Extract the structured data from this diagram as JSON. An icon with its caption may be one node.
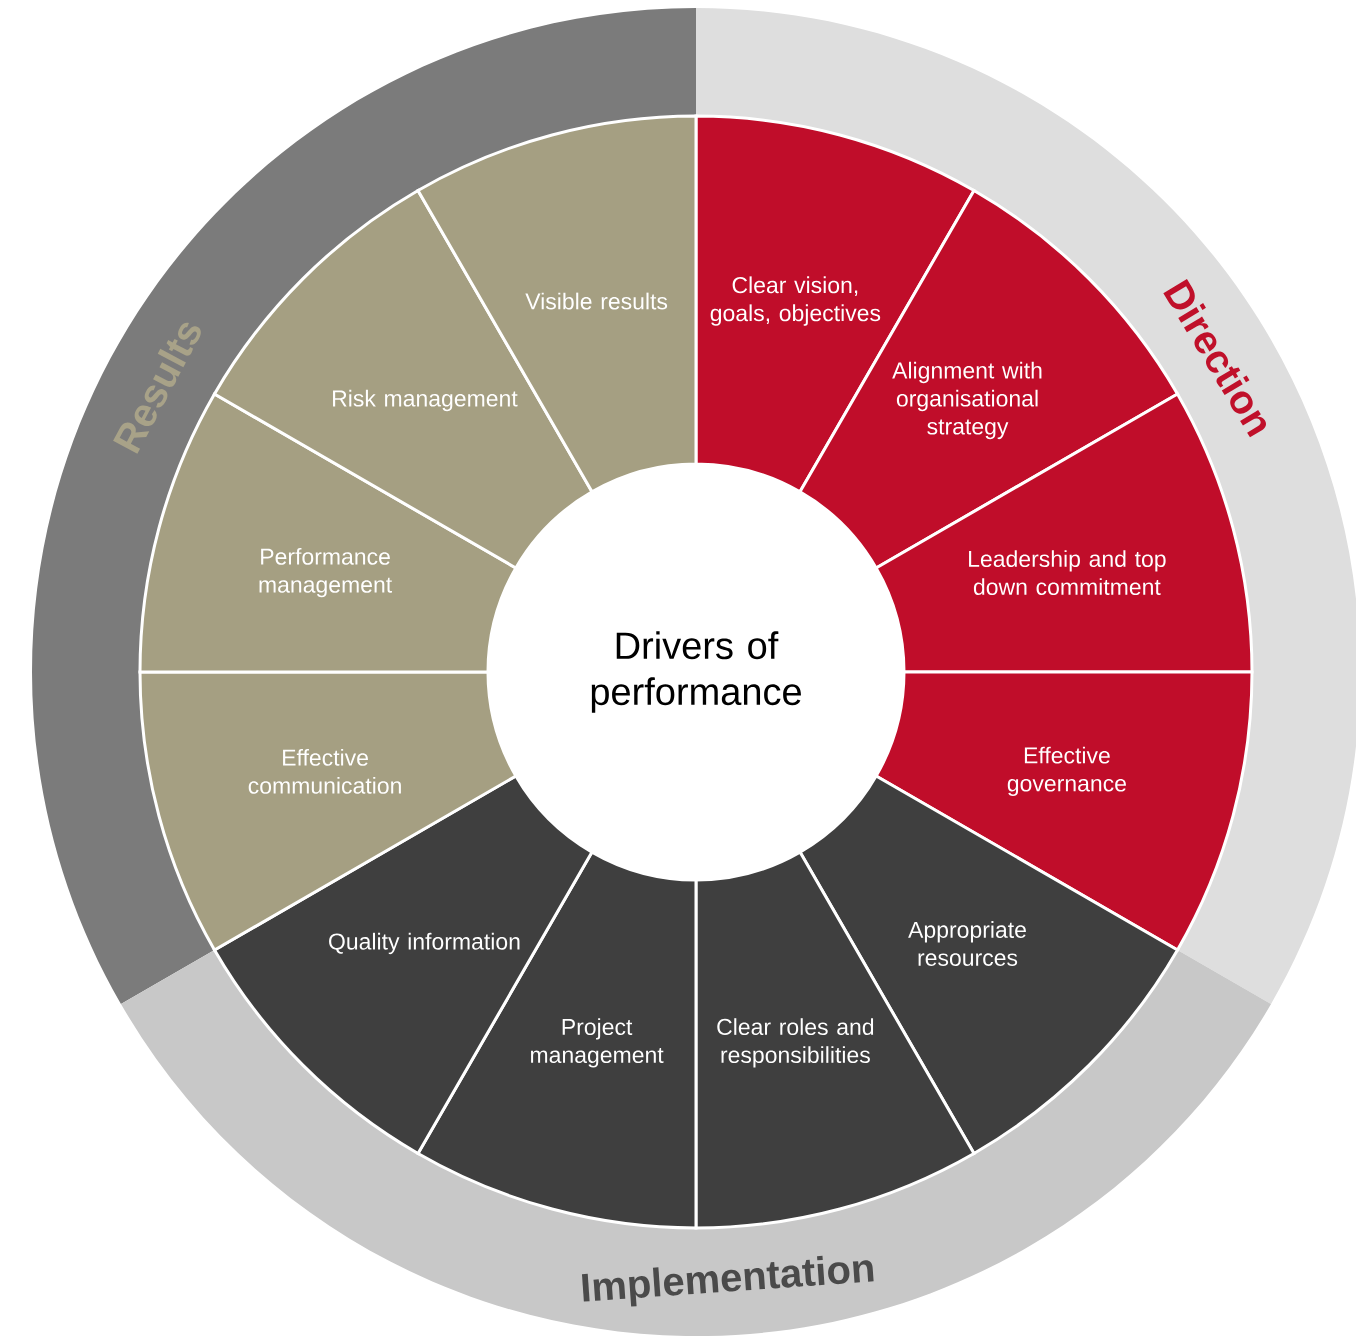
{
  "diagram": {
    "nodes": [
      {
        "text": [
          "Results"
        ]
      },
      {
        "text": [
          "Direction"
        ]
      },
      {
        "text": [
          "Implementation"
        ]
      },
      {
        "text": [
          "Drivers of performance"
        ]
      },
      {
        "text": [
          "Clear vision, goals, objectives"
        ]
      },
      {
        "text": [
          "Alignment with organisational strategy"
        ]
      },
      {
        "text": [
          "Leadership and top down commitment"
        ]
      },
      {
        "text": [
          "Effective governance"
        ]
      },
      {
        "text": [
          "Appropriate resources"
        ]
      },
      {
        "text": [
          "Clear roles and responsibilities"
        ]
      },
      {
        "text": [
          "Project management"
        ]
      },
      {
        "text": [
          "Quality information"
        ]
      },
      {
        "text": [
          "Effective communication"
        ]
      },
      {
        "text": [
          "Performance management"
        ]
      },
      {
        "text": [
          "Risk management"
        ]
      },
      {
        "text": [
          "Visible results"
        ]
      }
    ]
  }
}
